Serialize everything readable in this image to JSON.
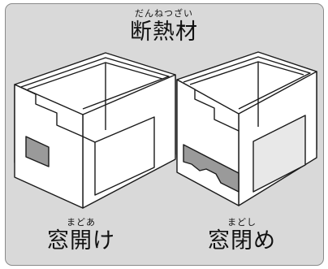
{
  "title": {
    "reading": "だんねつざい",
    "text": "断熱材"
  },
  "boxes": [
    {
      "reading": "まどあ",
      "label": "窓開け"
    },
    {
      "reading": "まどし",
      "label": "窓閉め"
    }
  ],
  "colors": {
    "background": "#d9d9d9",
    "panel": "#ffffff",
    "outline": "#1a1a1a",
    "frame": "#8a8a8a"
  }
}
